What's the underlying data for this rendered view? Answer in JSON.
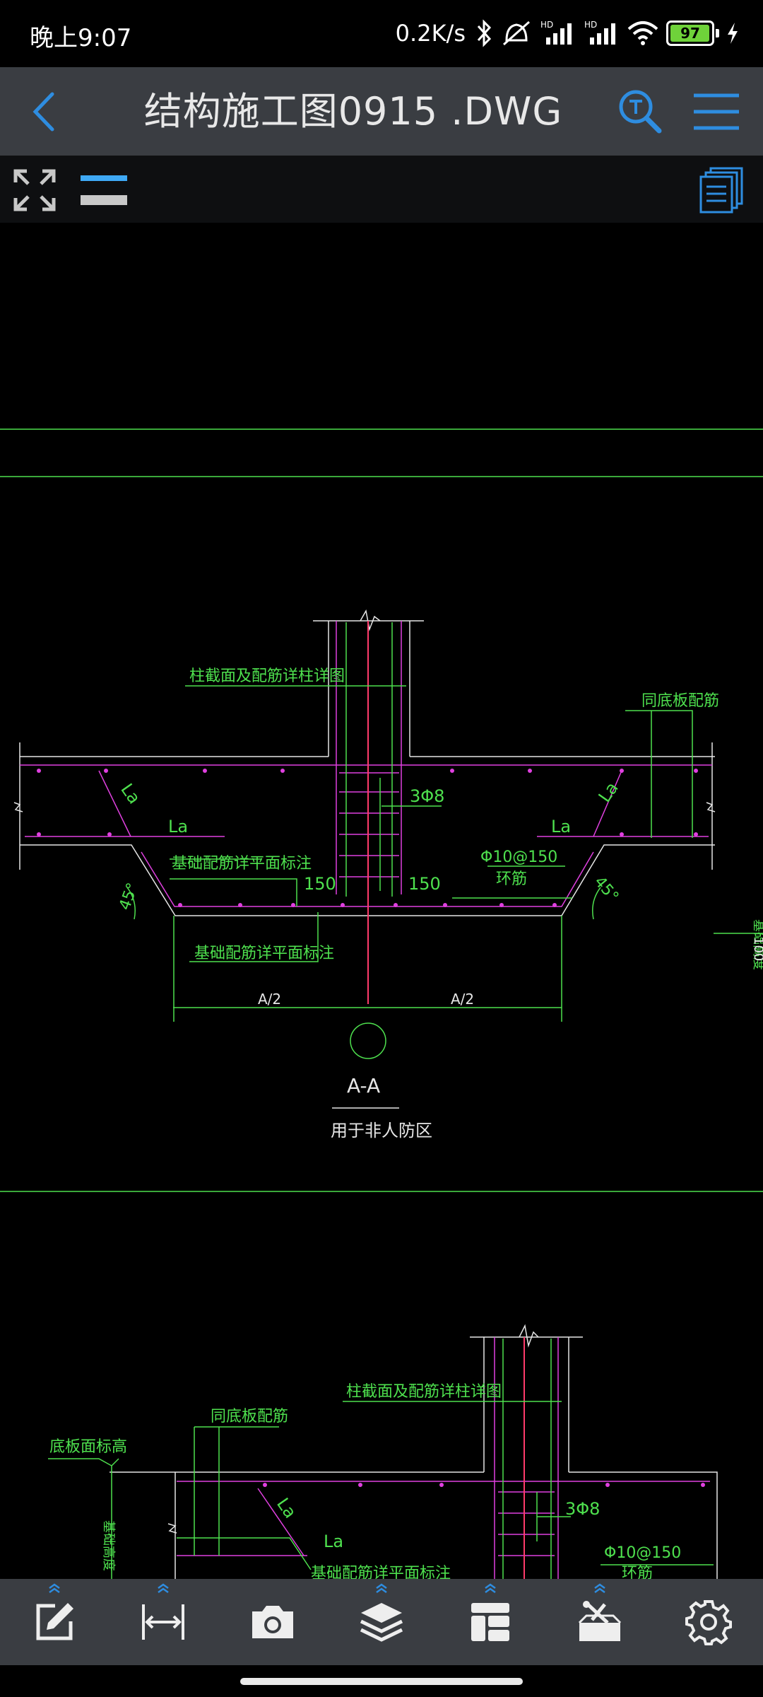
{
  "status": {
    "time": "晚上9:07",
    "net_speed": "0.2K/s",
    "battery": "97"
  },
  "titlebar": {
    "title": "结构施工图0915 .DWG"
  },
  "drawing": {
    "top": {
      "col_note": "柱截面及配筋详柱详图",
      "same_bottom": "同底板配筋",
      "la_left_diag": "La",
      "la_left": "La",
      "la_right": "La",
      "la_right_diag": "La",
      "stirrup_col": "3Φ8",
      "stirrup_ring": "Φ10@150",
      "ring": "环筋",
      "base_note_1": "基础配筋详平面标注",
      "base_note_2": "基础配筋详平面标注",
      "dim_150_left": "150",
      "dim_150_right": "150",
      "angle_left": "45°",
      "angle_right": "45°",
      "dim_a2_left": "A/2",
      "dim_a2_right": "A/2",
      "section": "A-A",
      "usage": "用于非人防区",
      "edge_dim": "100",
      "edge_text": "基础高度"
    },
    "bottom": {
      "col_note": "柱截面及配筋详柱详图",
      "same_bottom": "同底板配筋",
      "elev": "底板面标高",
      "height": "基础高度",
      "la_diag": "La",
      "la": "La",
      "stirrup_col": "3Φ8",
      "stirrup_ring": "Φ10@150",
      "ring": "环筋",
      "base_note": "基础配筋详平面标注"
    }
  },
  "toolbar": {
    "tools": [
      "edit-tool",
      "measure-tool",
      "screenshot-tool",
      "layers-tool",
      "layout-tool",
      "toolbox-tool",
      "settings-tool"
    ]
  },
  "colors": {
    "accent": "#2e8de0",
    "cad_green": "#4ee04e",
    "cad_magenta": "#e040e0",
    "cad_red": "#ff3b6b",
    "cad_white": "#e6e6e6"
  }
}
